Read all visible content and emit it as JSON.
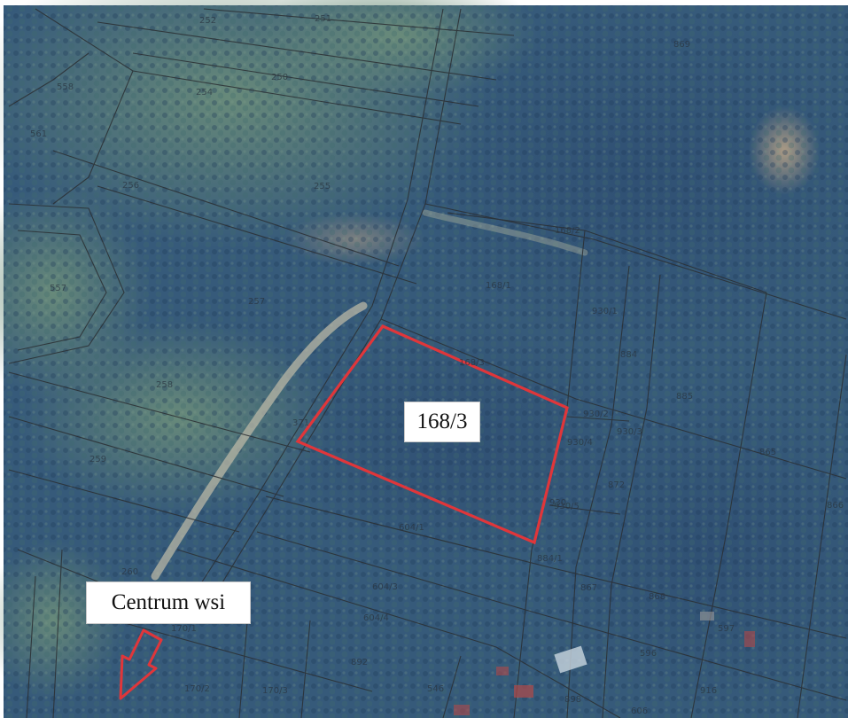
{
  "map": {
    "highlight_color": "#e0363a",
    "parcel_line_color": "#2b2f33"
  },
  "highlighted_plot": {
    "label": "168/3"
  },
  "direction": {
    "label": "Centrum wsi",
    "icon": "arrow-down-left-icon"
  },
  "parcel_numbers": [
    "252",
    "251",
    "250",
    "254",
    "256",
    "255",
    "558",
    "561",
    "557",
    "257",
    "258",
    "259",
    "260",
    "371",
    "168/1",
    "168/3",
    "168/2",
    "604/1",
    "604/3",
    "604/4",
    "170/1",
    "170/2",
    "170/3",
    "546",
    "869",
    "930",
    "930/1",
    "930/2",
    "930/3",
    "930/4",
    "930/5",
    "872",
    "884",
    "884/1",
    "885",
    "865",
    "866",
    "867",
    "868",
    "597",
    "596",
    "916",
    "898",
    "606",
    "892"
  ]
}
